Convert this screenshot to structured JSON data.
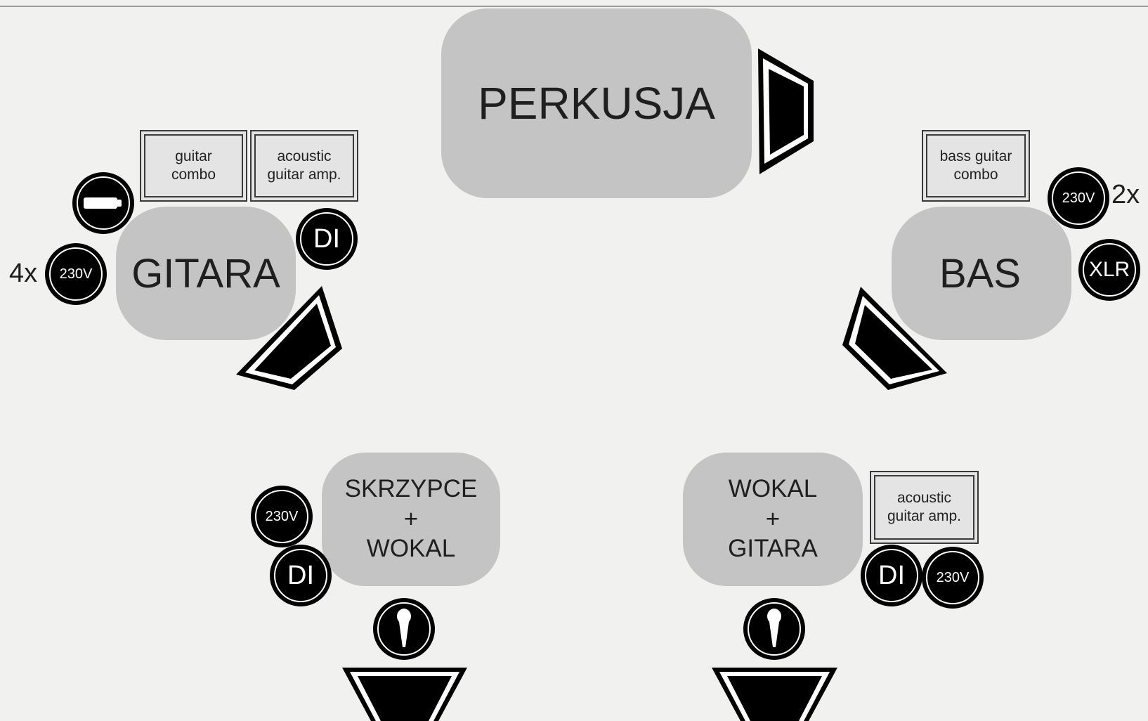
{
  "zones": {
    "perkusja": "PERKUSJA",
    "gitara": "GITARA",
    "bas": "BAS",
    "skrzypce": "SKRZYPCE\n+\nWOKAL",
    "wokal": "WOKAL\n+\nGITARA"
  },
  "amps": {
    "gitara_combo": "guitar\ncombo",
    "gitara_acoustic": "acoustic\nguitar amp.",
    "bas_combo": "bass guitar\ncombo",
    "wokal_acoustic": "acoustic\nguitar amp."
  },
  "badges": {
    "power": "230V",
    "di": "DI",
    "xlr": "XLR"
  },
  "multipliers": {
    "gitara_power": "4x",
    "bas_power": "2x"
  },
  "icons": {
    "guitar_jack": "guitar-cable-jack-icon",
    "microphone": "microphone-icon",
    "monitor": "stage-monitor-wedge-icon"
  },
  "colors": {
    "background": "#f1f1f0",
    "zone": "#c4c4c4",
    "badge": "#000000",
    "amp": "#e4e4e4"
  }
}
